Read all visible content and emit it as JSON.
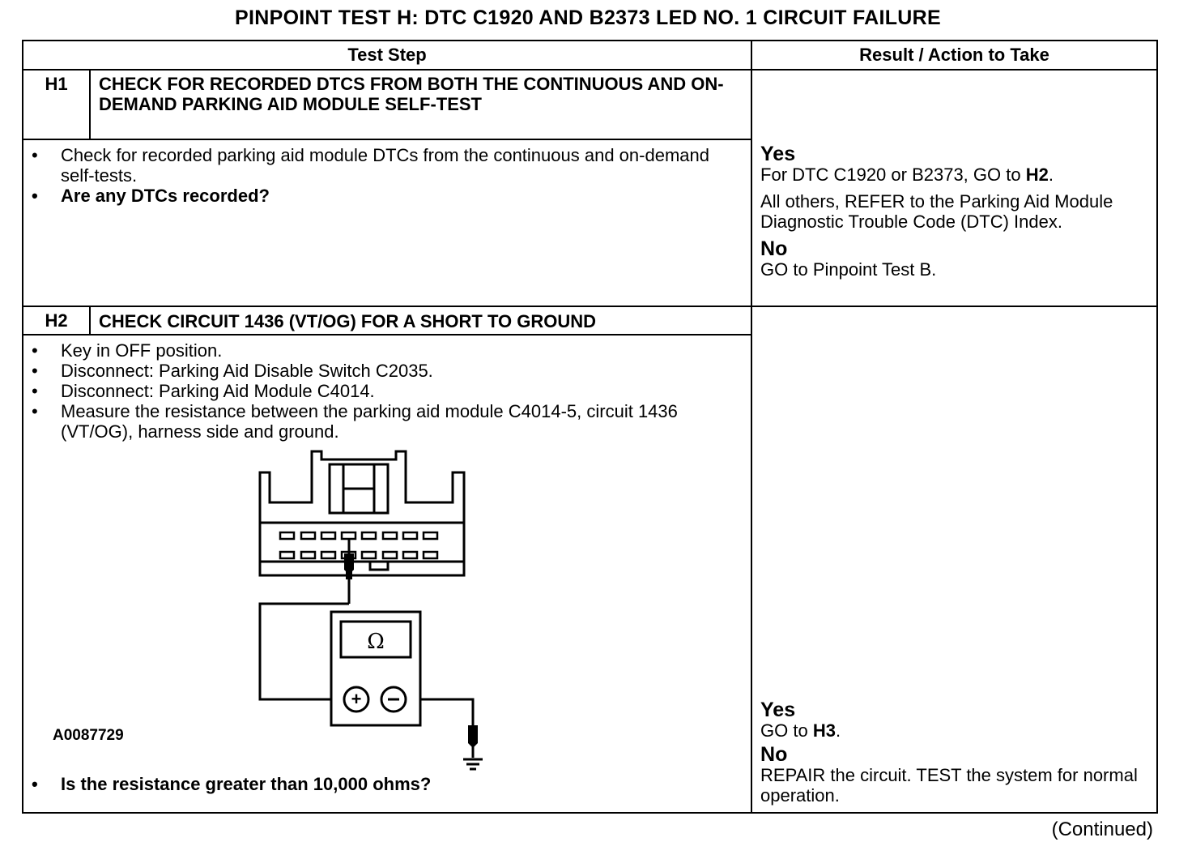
{
  "title": "PINPOINT TEST H:  DTC C1920 AND B2373 LED NO. 1 CIRCUIT FAILURE",
  "headers": {
    "test_step": "Test Step",
    "result": "Result / Action to Take"
  },
  "h1": {
    "id": "H1",
    "heading": "CHECK FOR RECORDED DTCS FROM BOTH THE CONTINUOUS AND ON-DEMAND PARKING AID MODULE SELF-TEST",
    "bullet1": "Check for recorded parking aid module DTCs from the continuous and on-demand self-tests.",
    "bullet2": "Are any DTCs recorded?",
    "yes": "Yes",
    "yes_text_pre": "For DTC C1920 or B2373, GO to ",
    "yes_link": "H2",
    "yes_text_post": ".",
    "others": "All others, REFER to the Parking Aid Module Diagnostic Trouble Code (DTC) Index.",
    "no": "No",
    "no_text": "GO to Pinpoint Test B."
  },
  "h2": {
    "id": "H2",
    "heading": "CHECK CIRCUIT 1436 (VT/OG) FOR A SHORT TO GROUND",
    "bullets": [
      "Key in OFF position.",
      "Disconnect: Parking Aid Disable Switch C2035.",
      "Disconnect: Parking Aid Module C4014.",
      "Measure the resistance between the parking aid module C4014-5, circuit 1436 (VT/OG), harness side and ground."
    ],
    "figure_id": "A0087729",
    "meter_symbol": "Ω",
    "question": "Is the resistance greater than 10,000 ohms?",
    "yes": "Yes",
    "yes_text_pre": "GO to ",
    "yes_link": "H3",
    "yes_text_post": ".",
    "no": "No",
    "no_text": "REPAIR the circuit. TEST the system for normal operation."
  },
  "continued": "(Continued)"
}
